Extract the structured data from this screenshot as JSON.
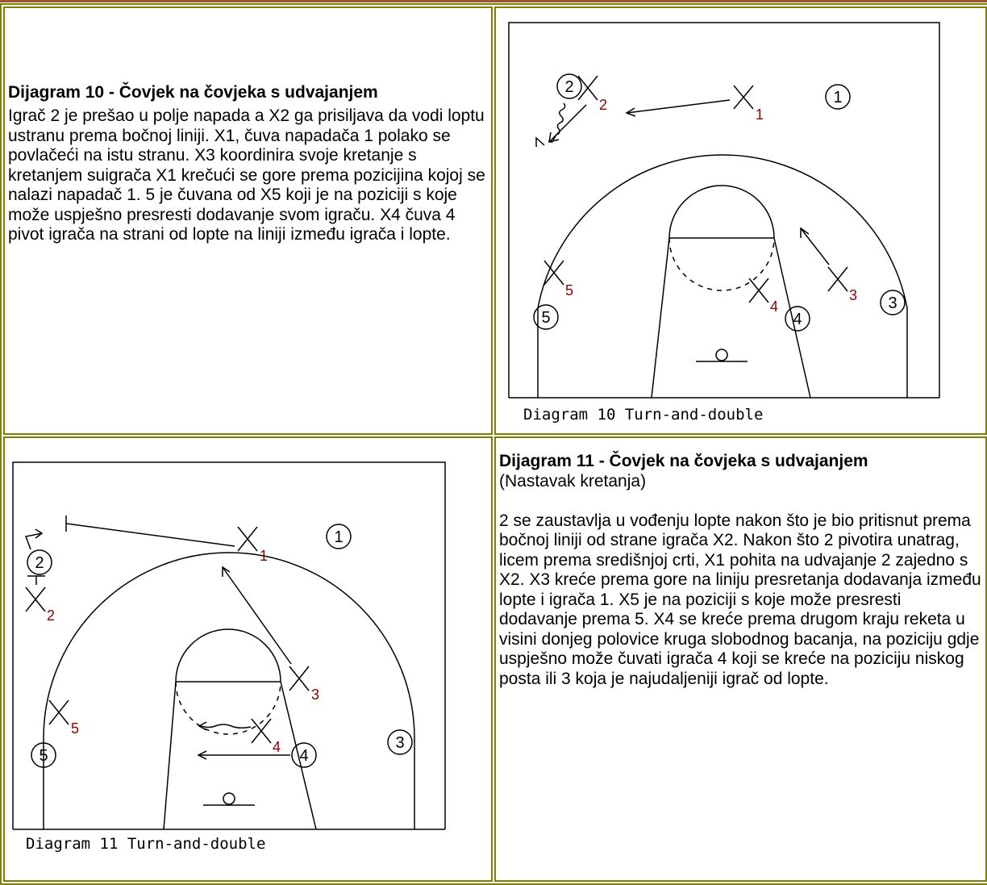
{
  "diagram10": {
    "title": "Dijagram 10 - Čovjek na čovjeka s udvajanjem",
    "body": "Igrač 2 je prešao u polje napada a X2 ga prisiljava da vodi loptu ustranu prema bočnoj liniji. X1, čuva napadača 1 polako se povlačeći na istu stranu. X3 koordinira svoje kretanje s kretanjem suigrača X1 krečući se gore prema pozicijina kojoj se nalazi napadač 1. 5 je čuvana od X5 koji je na poziciji s koje može uspješno presresti dodavanje svom igraču. X4 čuva 4 pivot igrača na strani od lopte na liniji između igrača i lopte.",
    "caption": "Diagram 10 Turn-and-double"
  },
  "diagram11": {
    "title": "Dijagram 11 - Čovjek na čovjeka s udvajanjem",
    "subtitle": "(Nastavak kretanja)",
    "body": "2 se zaustavlja u vođenju lopte nakon što je bio pritisnut prema bočnoj liniji od strane igrača X2. Nakon što 2 pivotira unatrag, licem prema središnjoj crti, X1 pohita na udvajanje 2 zajedno s X2. X3 kreće prema gore na liniju presretanja dodavanja između lopte i igrača 1. X5 je na poziciji s koje može presresti dodavanje prema 5. X4 se kreće prema drugom kraju reketa u visini donjeg polovice kruga slobodnog bacanja, na poziciju gdje uspješno može čuvati igrača 4 koji se kreće na poziciju niskog posta ili 3 koja je najudaljeniji igrač od lopte.",
    "caption": "Diagram 11 Turn-and-double"
  },
  "markers": {
    "one": "1",
    "two": "2",
    "three": "3",
    "four": "4",
    "five": "5"
  },
  "colors": {
    "border": "#808000",
    "topline": "#a0522d",
    "number": "#8b0000"
  }
}
